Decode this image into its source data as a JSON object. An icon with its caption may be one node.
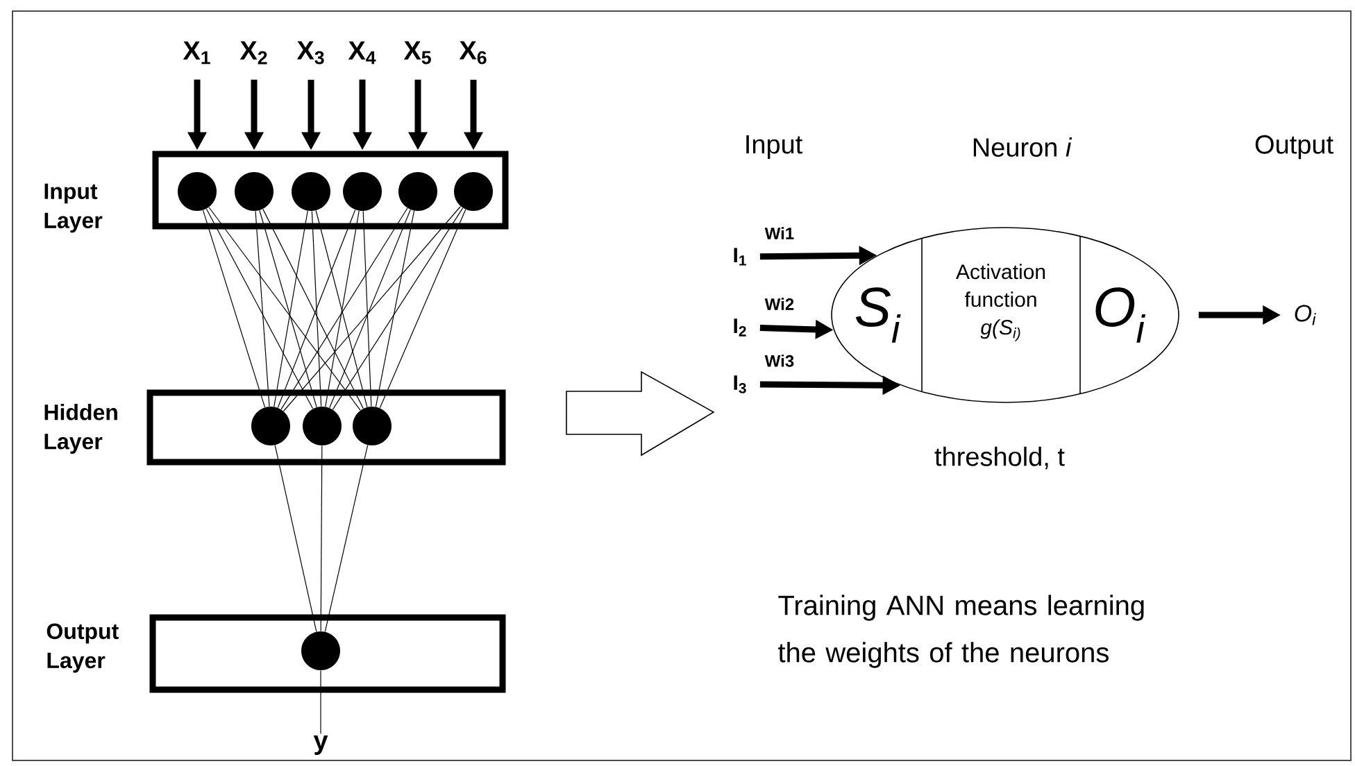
{
  "diagram": {
    "nodes": [
      {
        "text": [
          "Input Layer"
        ]
      },
      {
        "text": [],
        "shape": "circle",
        "in": 0
      },
      {
        "text": [],
        "shape": "circle",
        "in": 0
      },
      {
        "text": [],
        "shape": "circle",
        "in": 0
      },
      {
        "text": [],
        "shape": "circle",
        "in": 0
      },
      {
        "text": [],
        "shape": "circle",
        "in": 0
      },
      {
        "text": [],
        "shape": "circle",
        "in": 0
      },
      {
        "text": [
          "Hidden Layer"
        ]
      },
      {
        "text": [],
        "shape": "circle",
        "in": 7
      },
      {
        "text": [],
        "shape": "circle",
        "in": 7
      },
      {
        "text": [],
        "shape": "circle",
        "in": 7
      },
      {
        "text": [
          "Output Layer"
        ]
      },
      {
        "text": [],
        "shape": "circle",
        "in": 11
      },
      {
        "text": [
          "X$_{1}$"
        ]
      },
      {
        "text": [
          "X$_{2}$"
        ]
      },
      {
        "text": [
          "X$_{3}$"
        ]
      },
      {
        "text": [
          "X$_{4}$"
        ]
      },
      {
        "text": [
          "X$_{5}$"
        ]
      },
      {
        "text": [
          "X$_{6}$"
        ]
      },
      {
        "text": [
          "y"
        ]
      },
      {
        "text": [],
        "shape": "ellipse"
      },
      {
        "text": [
          "S$_{i}$"
        ],
        "in": 20
      },
      {
        "text": [
          "Activation function",
          "g(S$_{i)}$"
        ],
        "in": 20
      },
      {
        "text": [
          "O$_{i}$"
        ],
        "in": 20
      },
      {
        "text": [
          "I$_{1}$"
        ]
      },
      {
        "text": [
          "I$_{2}$"
        ]
      },
      {
        "text": [
          "I$_{3}$"
        ]
      },
      {
        "text": [
          "O$_{i}$"
        ]
      }
    ],
    "edges": [
      {
        "from": 13,
        "to": 1,
        "arrow": "to",
        "style": "thick"
      },
      {
        "from": 14,
        "to": 2,
        "arrow": "to",
        "style": "thick"
      },
      {
        "from": 15,
        "to": 3,
        "arrow": "to",
        "style": "thick"
      },
      {
        "from": 16,
        "to": 4,
        "arrow": "to",
        "style": "thick"
      },
      {
        "from": 17,
        "to": 5,
        "arrow": "to",
        "style": "thick"
      },
      {
        "from": 18,
        "to": 6,
        "arrow": "to",
        "style": "thick"
      },
      {
        "from": 1,
        "to": 8,
        "arrow": "none"
      },
      {
        "from": 1,
        "to": 9,
        "arrow": "none"
      },
      {
        "from": 1,
        "to": 10,
        "arrow": "none"
      },
      {
        "from": 2,
        "to": 8,
        "arrow": "none"
      },
      {
        "from": 2,
        "to": 9,
        "arrow": "none"
      },
      {
        "from": 2,
        "to": 10,
        "arrow": "none"
      },
      {
        "from": 3,
        "to": 8,
        "arrow": "none"
      },
      {
        "from": 3,
        "to": 9,
        "arrow": "none"
      },
      {
        "from": 3,
        "to": 10,
        "arrow": "none"
      },
      {
        "from": 4,
        "to": 8,
        "arrow": "none"
      },
      {
        "from": 4,
        "to": 9,
        "arrow": "none"
      },
      {
        "from": 4,
        "to": 10,
        "arrow": "none"
      },
      {
        "from": 5,
        "to": 8,
        "arrow": "none"
      },
      {
        "from": 5,
        "to": 9,
        "arrow": "none"
      },
      {
        "from": 5,
        "to": 10,
        "arrow": "none"
      },
      {
        "from": 6,
        "to": 8,
        "arrow": "none"
      },
      {
        "from": 6,
        "to": 9,
        "arrow": "none"
      },
      {
        "from": 6,
        "to": 10,
        "arrow": "none"
      },
      {
        "from": 8,
        "to": 12,
        "arrow": "none"
      },
      {
        "from": 9,
        "to": 12,
        "arrow": "none"
      },
      {
        "from": 10,
        "to": 12,
        "arrow": "none"
      },
      {
        "from": 12,
        "to": 19,
        "arrow": "none"
      },
      {
        "from": 24,
        "to": 20,
        "arrow": "to",
        "style": "thick",
        "label": "Wi1"
      },
      {
        "from": 25,
        "to": 20,
        "arrow": "to",
        "style": "thick",
        "label": "Wi2"
      },
      {
        "from": 26,
        "to": 20,
        "arrow": "to",
        "style": "thick",
        "label": "Wi3"
      },
      {
        "from": 20,
        "to": 27,
        "arrow": "to",
        "style": "thick"
      }
    ],
    "labels": [
      "Input",
      "Neuron *i*",
      "Output",
      "threshold, t",
      "Training ANN means learning the weights of the neurons"
    ]
  }
}
